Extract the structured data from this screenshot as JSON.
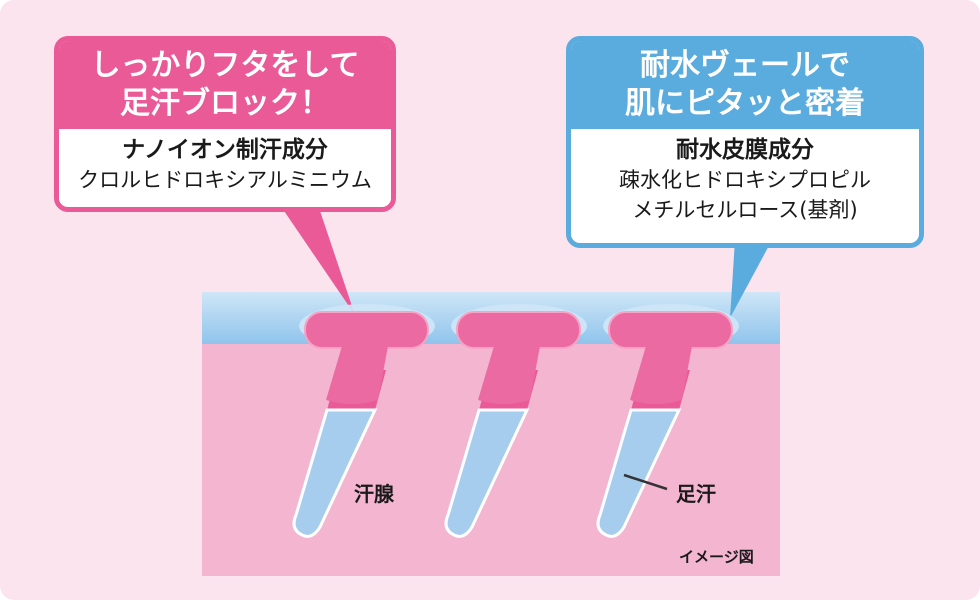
{
  "left_callout": {
    "title_line1": "しっかりフタをして",
    "title_line2": "足汗ブロック！",
    "body_bold": "ナノイオン制汗成分",
    "body_line": "クロルヒドロキシアルミニウム"
  },
  "right_callout": {
    "title_line1": "耐水ヴェールで",
    "title_line2": "肌にピタッと密着",
    "body_bold": "耐水皮膜成分",
    "body_line1": "疎水化ヒドロキシプロピル",
    "body_line2": "メチルセルロース(基剤)"
  },
  "labels": {
    "sweat_gland": "汗腺",
    "foot_sweat": "足汗",
    "image_note": "イメージ図"
  },
  "colors": {
    "accent_pink": "#e95a96",
    "accent_blue": "#5aabde",
    "skin": "#f4b9d2",
    "veil": "#a9d3f2",
    "sweat": "#a7cdee"
  }
}
